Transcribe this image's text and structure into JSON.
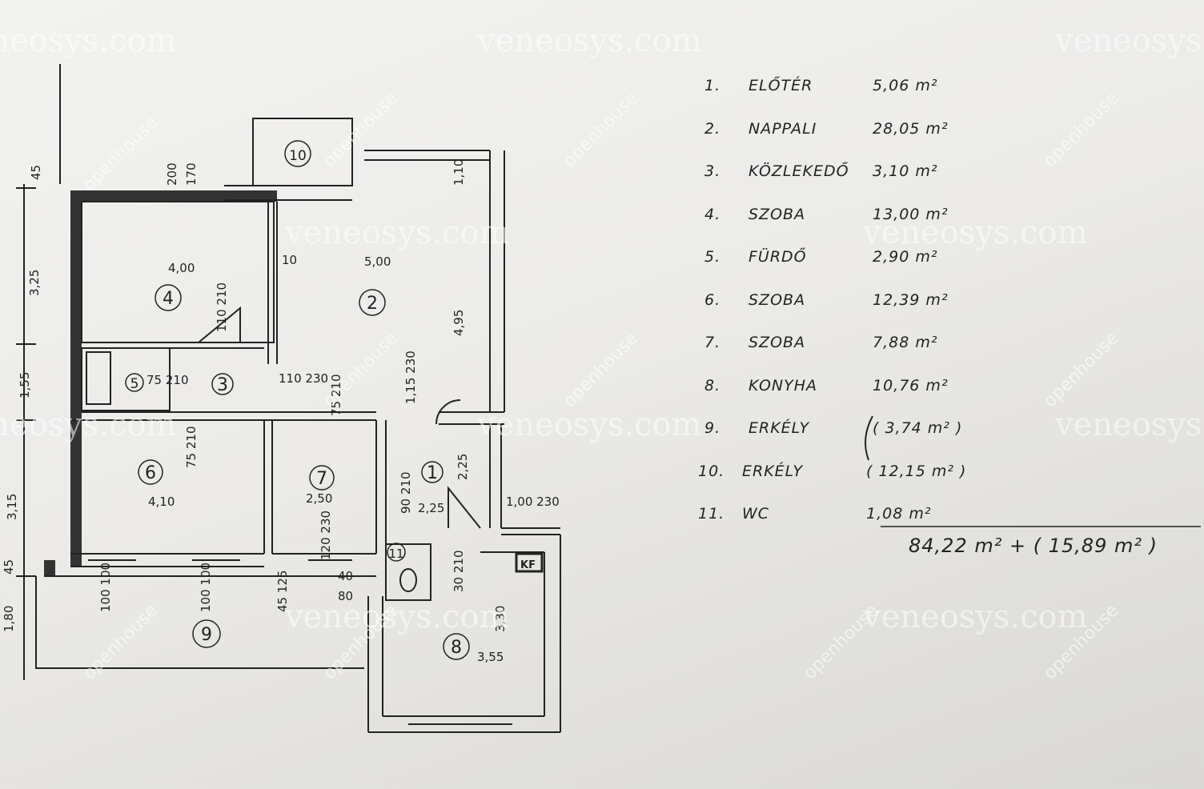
{
  "watermarks": {
    "site": "veneosys.com",
    "brand": "openhouse"
  },
  "rooms": [
    {
      "num": "1.",
      "name": "ELŐTÉR",
      "area": "5,06 m²"
    },
    {
      "num": "2.",
      "name": "NAPPALI",
      "area": "28,05 m²"
    },
    {
      "num": "3.",
      "name": "KÖZLEKEDŐ",
      "area": "3,10 m²"
    },
    {
      "num": "4.",
      "name": "SZOBA",
      "area": "13,00 m²"
    },
    {
      "num": "5.",
      "name": "FÜRDŐ",
      "area": "2,90 m²"
    },
    {
      "num": "6.",
      "name": "SZOBA",
      "area": "12,39 m²"
    },
    {
      "num": "7.",
      "name": "SZOBA",
      "area": "7,88 m²"
    },
    {
      "num": "8.",
      "name": "KONYHA",
      "area": "10,76 m²"
    },
    {
      "num": "9.",
      "name": "ERKÉLY",
      "area": "( 3,74 m² )"
    },
    {
      "num": "10.",
      "name": "ERKÉLY",
      "area": "( 12,15 m² )"
    },
    {
      "num": "11.",
      "name": "WC",
      "area": "1,08 m²"
    }
  ],
  "total": "84,22 m² + ( 15,89 m² )",
  "plan_labels": {
    "room_circles": [
      "1",
      "2",
      "3",
      "4",
      "5",
      "6",
      "7",
      "8",
      "9",
      "10",
      "11"
    ],
    "dims_widths": [
      "4,00",
      "5,00",
      "4,10",
      "2,50",
      "2,25",
      "3,55"
    ],
    "dims_heights": [
      "4,95",
      "2,25",
      "3,30"
    ],
    "left_dims": [
      "45",
      "3,25",
      "1,55",
      "3,15",
      "45",
      "1,80"
    ],
    "top_dims": [
      "200",
      "170",
      "1,10"
    ],
    "door_dims": [
      "10",
      "110 210",
      "75 210",
      "110 230",
      "75 210",
      "1,15 230",
      "75 210",
      "90 210",
      "1,00 230",
      "120 230",
      "30 210",
      "100 100",
      "100 100",
      "45 125",
      "40",
      "80"
    ],
    "kf": "KF"
  }
}
